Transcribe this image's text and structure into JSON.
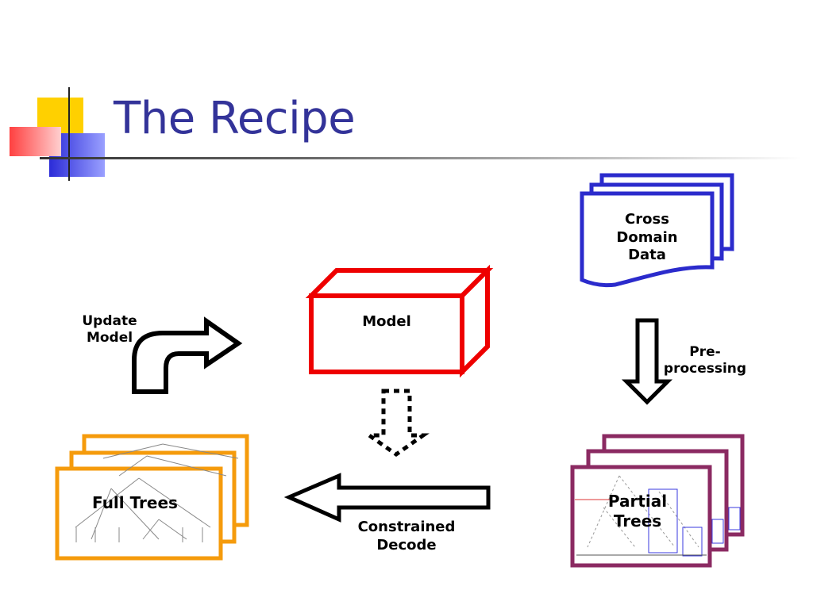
{
  "slide": {
    "title": "The Recipe"
  },
  "diagram": {
    "cross_domain_data": "Cross\nDomain\nData",
    "preprocessing": "Pre-\nprocessing",
    "partial_trees": "Partial\nTrees",
    "constrained_decode": "Constrained\nDecode",
    "full_trees": "Full Trees",
    "update_model": "Update\nModel",
    "model": "Model"
  },
  "colors": {
    "title": "#333399",
    "cross_domain_data": "#2b2bcc",
    "model": "#ee0000",
    "partial_trees": "#8b2a62",
    "full_trees": "#f59b0c",
    "accent_yellow": "#ffd000",
    "accent_blue": "#2b2bd8",
    "accent_red": "#ff5a5a"
  }
}
